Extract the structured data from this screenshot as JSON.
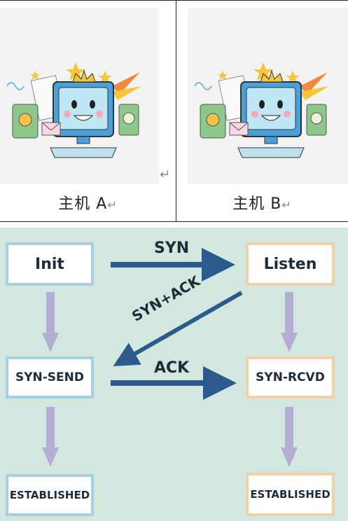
{
  "hosts": {
    "a": {
      "label": "主机 A",
      "return_mark": "↵"
    },
    "b": {
      "label": "主机 B",
      "return_mark": "↵"
    },
    "cell_return_mark": "↵"
  },
  "diagram": {
    "left_states": [
      "Init",
      "SYN-SEND",
      "ESTABLISHED"
    ],
    "right_states": [
      "Listen",
      "SYN-RCVD",
      "ESTABLISHED"
    ],
    "messages": {
      "syn": "SYN",
      "syn_ack": "SYN+ACK",
      "ack": "ACK"
    },
    "colors": {
      "background": "#d2e8de",
      "left_border": "#a9cfe3",
      "right_border": "#f3cfa8",
      "message_arrow": "#2d5a8e",
      "transition_arrow": "#b4acd2"
    }
  }
}
